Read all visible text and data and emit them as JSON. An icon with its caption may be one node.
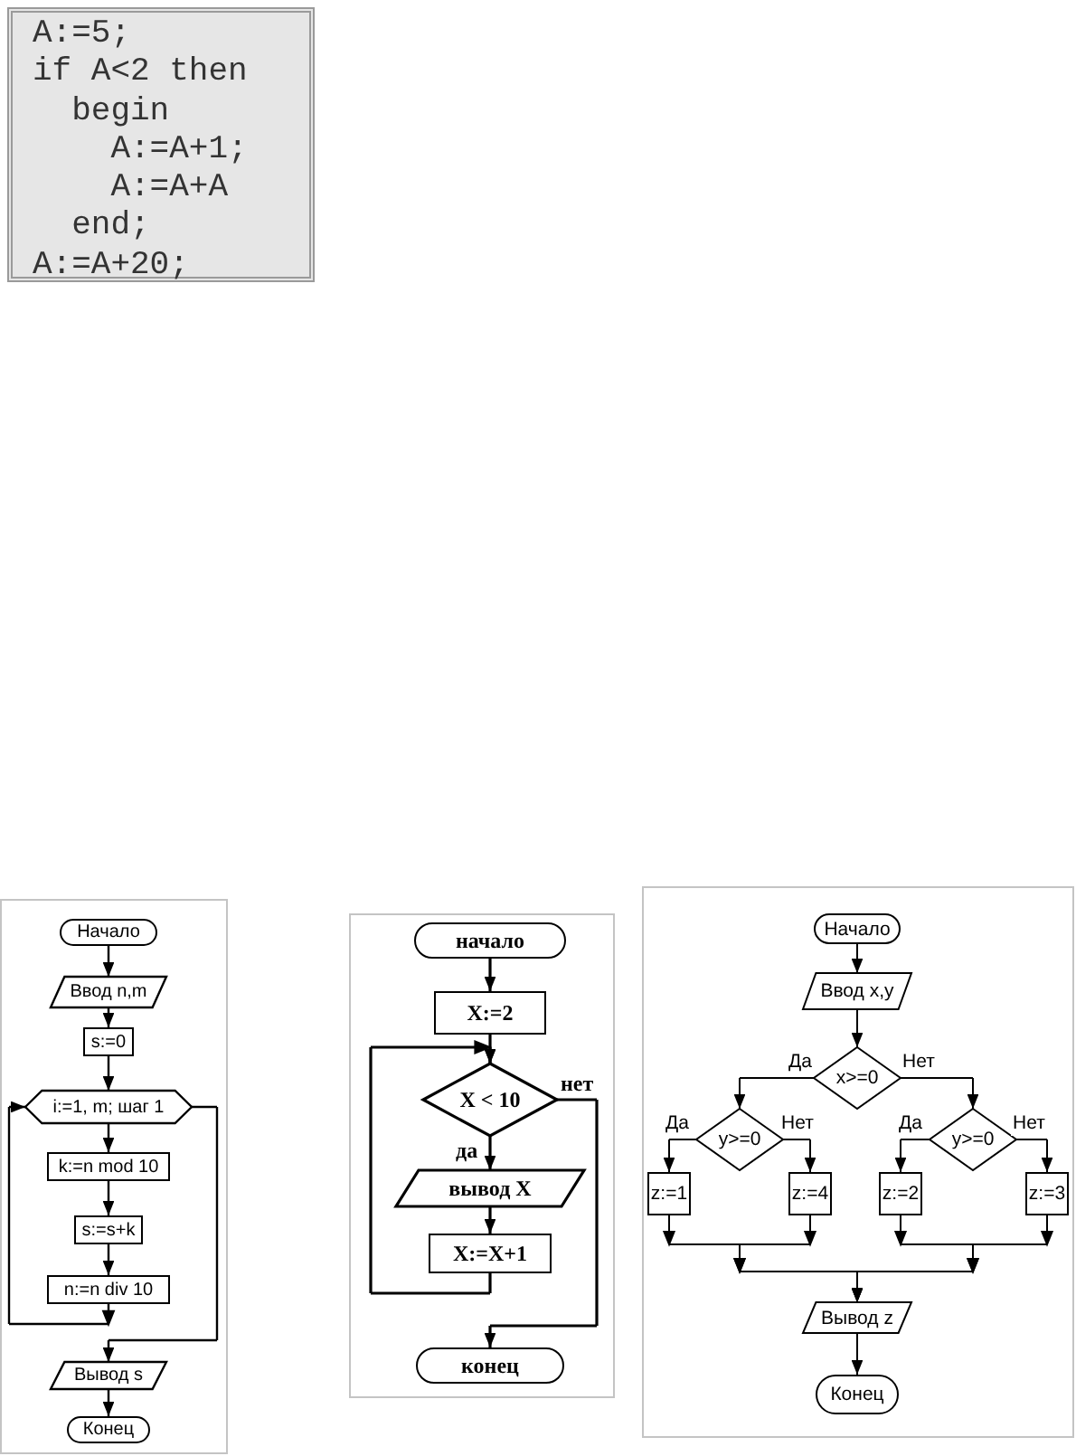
{
  "diagram": {
    "nodes": [
      {
        "text": [
          "A:=5;",
          "if A<2 then",
          "begin",
          "A:=A+1;",
          "A:=A+A",
          "end;",
          "A:=A+20;"
        ]
      },
      {
        "text": [],
        "shape": "box"
      },
      {
        "text": [
          "Начало"
        ],
        "in": 1
      },
      {
        "text": [
          "Ввод n,m"
        ],
        "in": 1
      },
      {
        "text": [
          "s:=0"
        ],
        "in": 1
      },
      {
        "text": [
          "i:=1, m; шаг 1"
        ],
        "in": 1
      },
      {
        "text": [
          "k:=n mod 10"
        ],
        "in": 1
      },
      {
        "text": [
          "s:=s+k"
        ],
        "in": 1
      },
      {
        "text": [
          "n:=n div 10"
        ],
        "in": 1
      },
      {
        "text": [
          "Вывод s"
        ],
        "in": 1
      },
      {
        "text": [
          "Конец"
        ],
        "in": 1
      },
      {
        "text": [],
        "shape": "box"
      },
      {
        "text": [
          "начало"
        ],
        "in": 11
      },
      {
        "text": [
          "X:=2"
        ],
        "in": 11
      },
      {
        "text": [
          "X < 10"
        ],
        "in": 11
      },
      {
        "text": [
          "вывод X"
        ],
        "in": 11
      },
      {
        "text": [
          "X:=X+1"
        ],
        "in": 11
      },
      {
        "text": [
          "конец"
        ],
        "in": 11
      },
      {
        "text": [],
        "shape": "box"
      },
      {
        "text": [
          "Начало"
        ],
        "in": 18
      },
      {
        "text": [
          "Ввод x,y"
        ],
        "in": 18
      },
      {
        "text": [
          "x>=0"
        ],
        "in": 18
      },
      {
        "text": [
          "y>=0"
        ],
        "in": 18
      },
      {
        "text": [
          "y>=0"
        ],
        "in": 18
      },
      {
        "text": [
          "z:=1"
        ],
        "in": 18
      },
      {
        "text": [
          "z:=4"
        ],
        "in": 18
      },
      {
        "text": [
          "z:=2"
        ],
        "in": 18
      },
      {
        "text": [
          "z:=3"
        ],
        "in": 18
      },
      {
        "text": [
          "Вывод z"
        ],
        "in": 18
      },
      {
        "text": [
          "Конец"
        ],
        "in": 18
      }
    ],
    "edges": [
      {
        "from": 2,
        "to": 3,
        "arrow": "to"
      },
      {
        "from": 3,
        "to": 4,
        "arrow": "to"
      },
      {
        "from": 4,
        "to": 5,
        "arrow": "to"
      },
      {
        "from": 5,
        "to": 6,
        "arrow": "to"
      },
      {
        "from": 6,
        "to": 7,
        "arrow": "to"
      },
      {
        "from": 7,
        "to": 8,
        "arrow": "to"
      },
      {
        "from": 8,
        "to": 5,
        "arrow": "to"
      },
      {
        "from": 5,
        "to": 9,
        "arrow": "to"
      },
      {
        "from": 9,
        "to": 10,
        "arrow": "to"
      },
      {
        "from": 12,
        "to": 13,
        "arrow": "to"
      },
      {
        "from": 13,
        "to": 14,
        "arrow": "to"
      },
      {
        "from": 14,
        "to": 15,
        "arrow": "to",
        "label": "да"
      },
      {
        "from": 15,
        "to": 16,
        "arrow": "to"
      },
      {
        "from": 16,
        "to": 14,
        "arrow": "to"
      },
      {
        "from": 14,
        "to": 17,
        "arrow": "to",
        "label": "нет"
      },
      {
        "from": 19,
        "to": 20,
        "arrow": "to"
      },
      {
        "from": 20,
        "to": 21,
        "arrow": "to"
      },
      {
        "from": 21,
        "to": 22,
        "arrow": "to",
        "label": "Да"
      },
      {
        "from": 21,
        "to": 23,
        "arrow": "to",
        "label": "Нет"
      },
      {
        "from": 22,
        "to": 24,
        "arrow": "to",
        "label": "Да"
      },
      {
        "from": 22,
        "to": 25,
        "arrow": "to",
        "label": "Нет"
      },
      {
        "from": 23,
        "to": 26,
        "arrow": "to",
        "label": "Да"
      },
      {
        "from": 23,
        "to": 27,
        "arrow": "to",
        "label": "Нет"
      },
      {
        "from": 24,
        "to": 28,
        "arrow": "to"
      },
      {
        "from": 25,
        "to": 28,
        "arrow": "to"
      },
      {
        "from": 26,
        "to": 28,
        "arrow": "to"
      },
      {
        "from": 27,
        "to": 28,
        "arrow": "to"
      },
      {
        "from": 28,
        "to": 29,
        "arrow": "to"
      }
    ]
  }
}
